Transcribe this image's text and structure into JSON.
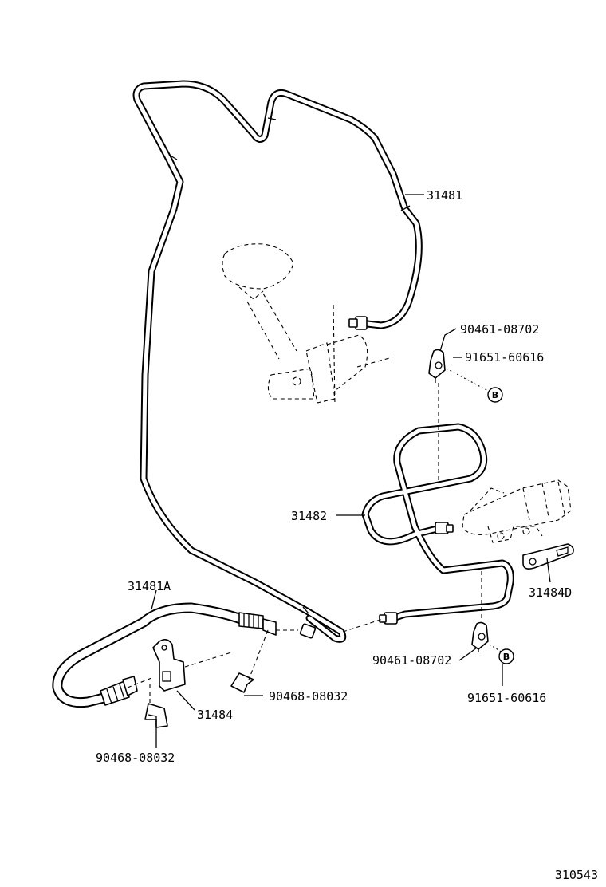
{
  "labels": {
    "p31481": "31481",
    "p90461_top": "90461-08702",
    "p91651_top": "91651-60616",
    "p31482": "31482",
    "p31484D": "31484D",
    "p31481A": "31481A",
    "p90461_bottom": "90461-08702",
    "p90468_right": "90468-08032",
    "p31484": "31484",
    "p91651_bottom": "91651-60616",
    "p90468_left": "90468-08032"
  },
  "ref_marks": {
    "top": "B",
    "bottom": "B"
  },
  "figure_number": "310543"
}
